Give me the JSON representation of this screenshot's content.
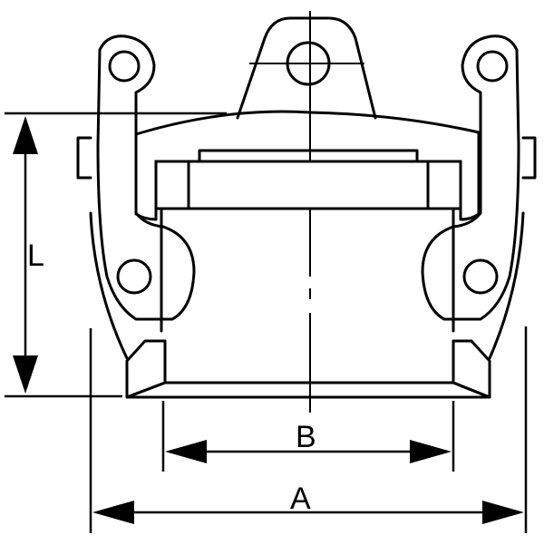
{
  "figure": {
    "labels": {
      "length": "L",
      "inner_diameter": "B",
      "outer_diameter": "A"
    }
  }
}
